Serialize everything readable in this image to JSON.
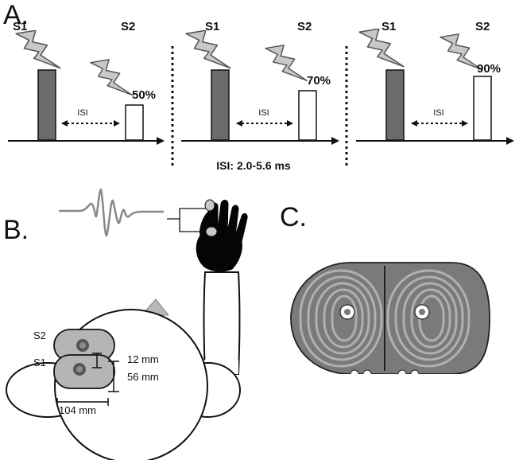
{
  "panels": {
    "a": {
      "letter": "A."
    },
    "b": {
      "letter": "B."
    },
    "c": {
      "letter": "C."
    }
  },
  "paradigm": {
    "s1_label": "S1",
    "s2_label": "S2",
    "isi_label": "ISI",
    "isi_range": "ISI: 2.0-5.6 ms",
    "conditions": [
      {
        "s2_intensity": "50%"
      },
      {
        "s2_intensity": "70%"
      },
      {
        "s2_intensity": "90%"
      }
    ]
  },
  "setup": {
    "coil_labels": {
      "s2": "S2",
      "s1": "S1"
    },
    "measurements": {
      "separation": "12 mm",
      "height": "56 mm",
      "width": "104 mm"
    }
  },
  "colors": {
    "s1_bar": "#6b6b6b",
    "s2_bar": "#ffffff",
    "bolt": "#c8c8c8",
    "coil_fill": "#7a7a7a",
    "coil_winding": "#b0b0b0",
    "head_coil": "#b5b5b5",
    "emg_trace": "#888888"
  }
}
